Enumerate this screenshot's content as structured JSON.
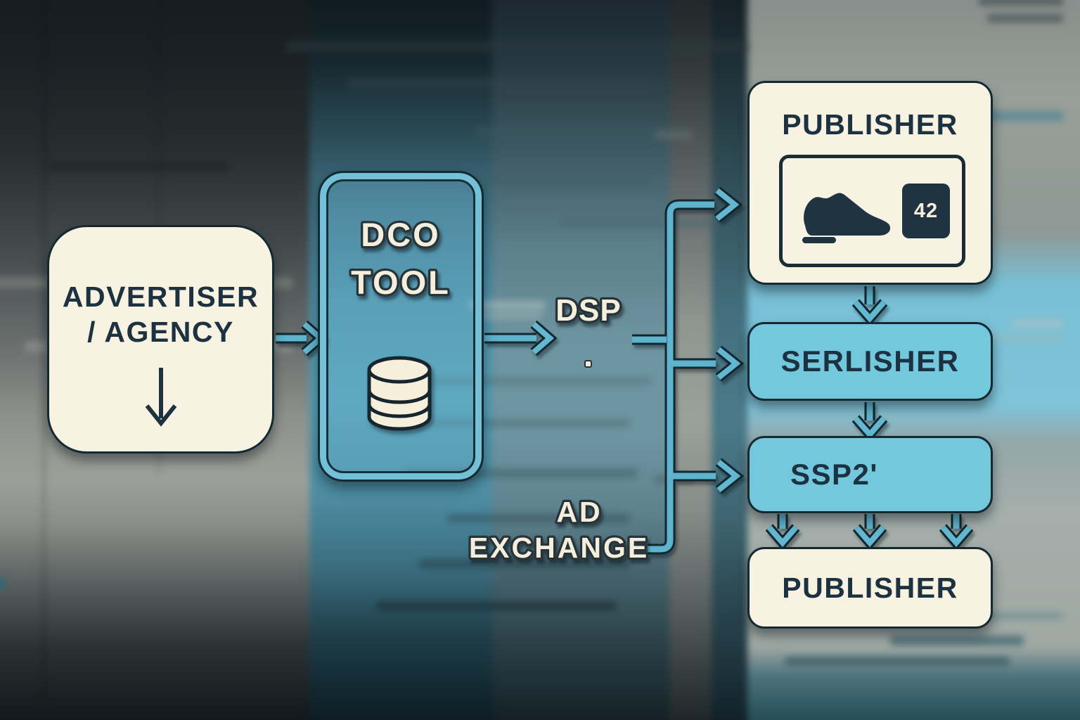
{
  "diagram": {
    "advertiser": {
      "line1": "ADVERTISER",
      "line2": "/ AGENCY",
      "icon": "down-arrow-icon"
    },
    "dco_tool": {
      "line1": "DCO",
      "line2": "TOOL",
      "icon": "database-icon"
    },
    "dsp": {
      "label": "DSP"
    },
    "ad_exchange": {
      "line1": "AD",
      "line2": "EXCHANGE"
    },
    "publisher_top": {
      "label": "PUBLISHER",
      "ad_creative": {
        "icon": "sneaker-icon",
        "badge": "42"
      }
    },
    "serlisher": {
      "label": "SERLISHER"
    },
    "ssp2": {
      "label": "SSP2'"
    },
    "publisher_bottom": {
      "label": "PUBLISHER"
    }
  },
  "colors": {
    "cream": "#f8f2e2",
    "navy": "#1d3240",
    "box_blue": "#74c8de",
    "arrow_blue": "#5fb3cc",
    "outline_dark": "#13272f",
    "teal_band": "#4f93ab"
  }
}
